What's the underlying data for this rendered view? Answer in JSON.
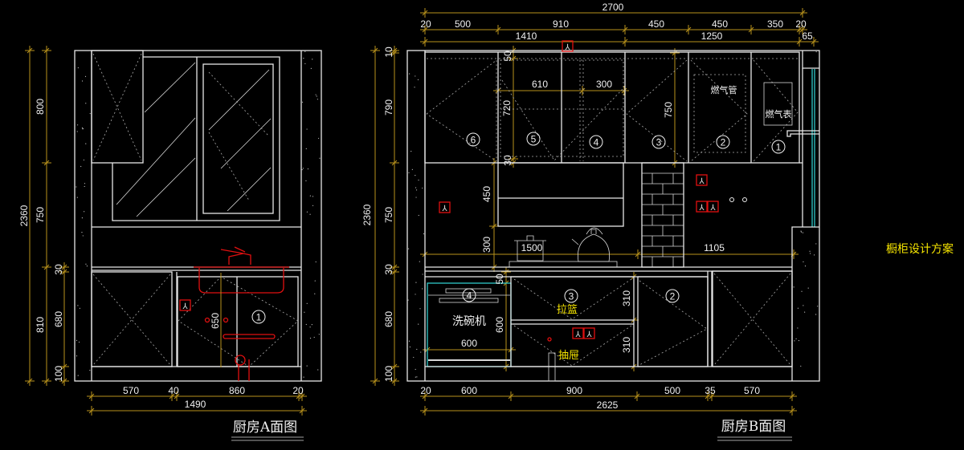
{
  "side_title": "橱柜设计方案",
  "colors": {
    "background": "#000000",
    "lines": "#e8e8e8",
    "dimension": "#b8921c",
    "socket": "#e01010",
    "label_yellow": "#f5e400",
    "glass": "#2ec8c8"
  },
  "socket_symbol": "⅄",
  "elevation_a": {
    "title": "厨房A面图",
    "dims": {
      "total_height": "2360",
      "upper": "800",
      "middle": "750",
      "counter": "30",
      "base_total": "810",
      "base": "680",
      "plinth": "100",
      "w1": "570",
      "w2": "40",
      "w3": "860",
      "w4": "20",
      "total_width": "1490",
      "sink_inner": "650"
    },
    "cabinet_numbers": [
      "1"
    ]
  },
  "elevation_b": {
    "title": "厨房B面图",
    "top_dims": {
      "total": "2700",
      "row1": [
        "20",
        "500",
        "910",
        "450",
        "450",
        "350",
        "20"
      ],
      "row2": [
        "1410",
        "1250",
        "65"
      ]
    },
    "left_dims": {
      "total": "2360",
      "top": "10",
      "upper": "790",
      "middle": "750",
      "counter": "30",
      "base": "680",
      "plinth": "100"
    },
    "inner_dims": {
      "upper_top": "50",
      "upper_mid": "720",
      "upper_bottom": "30",
      "w610": "610",
      "w300": "300",
      "h750": "750",
      "hood": "450",
      "hood_gap": "300",
      "counter_left": "1500",
      "counter_right": "1105",
      "base_top": "50",
      "dishwasher_h": "600",
      "dishwasher_w": "600",
      "drawer_top": "310",
      "drawer_bottom": "310"
    },
    "bottom_dims": {
      "row1": [
        "20",
        "600",
        "900",
        "500",
        "35",
        "570"
      ],
      "total": "2625"
    },
    "upper_numbers": [
      "6",
      "5",
      "4",
      "3",
      "2",
      "1"
    ],
    "base_numbers": [
      "4",
      "3",
      "2"
    ],
    "labels": {
      "gas_pipe": "燃气管",
      "gas_meter": "燃气表",
      "dishwasher": "洗碗机",
      "basket": "拉篮",
      "drawer": "抽屉"
    }
  }
}
